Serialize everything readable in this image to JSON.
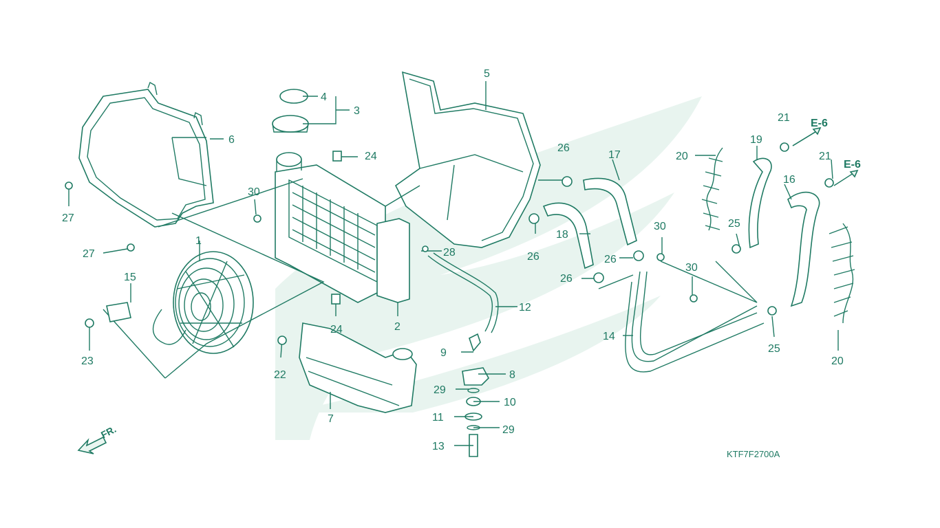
{
  "diagram": {
    "part_code": "KTF7F2700A",
    "front_arrow_label": "FR.",
    "ref_labels": [
      "E-6",
      "E-6"
    ],
    "callouts": [
      "1",
      "2",
      "3",
      "4",
      "5",
      "6",
      "7",
      "8",
      "9",
      "10",
      "11",
      "12",
      "13",
      "14",
      "15",
      "16",
      "17",
      "18",
      "19",
      "20",
      "20",
      "21",
      "21",
      "22",
      "23",
      "24",
      "24",
      "25",
      "25",
      "26",
      "26",
      "26",
      "26",
      "27",
      "27",
      "28",
      "29",
      "29",
      "30",
      "30",
      "30"
    ]
  },
  "colors": {
    "line": "#1f7a63",
    "watermark": "#e8f4ef"
  }
}
